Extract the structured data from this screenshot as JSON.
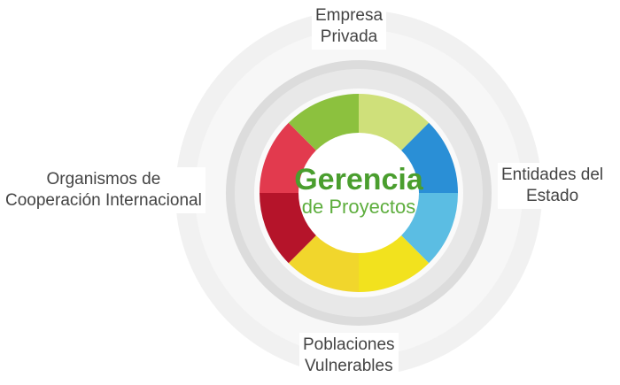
{
  "title": {
    "line1": "Gerencia",
    "line2": "de Proyectos"
  },
  "labels": {
    "top": [
      "Empresa",
      "Privada"
    ],
    "right": [
      "Entidades del",
      "Estado"
    ],
    "bottom": [
      "Poblaciones",
      "Vulnerables"
    ],
    "left": [
      "Organismos de",
      "Cooperación Internacional"
    ]
  },
  "segment_colors": [
    "#cfe07a",
    "#2a8fd6",
    "#5bbde3",
    "#f2e21e",
    "#f1d62c",
    "#b5142a",
    "#e23a4e",
    "#8cc13e"
  ],
  "accent": "#4a9e2e"
}
